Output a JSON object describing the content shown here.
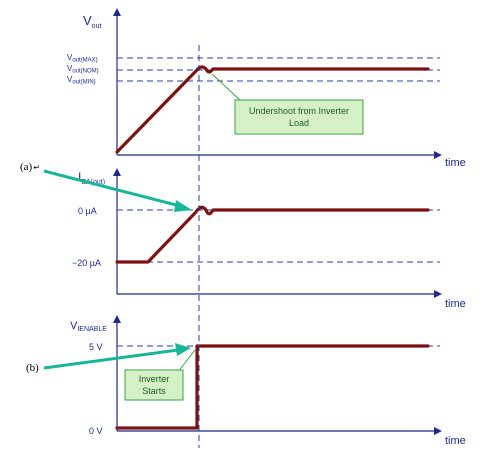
{
  "panel1": {
    "axis_label_main": "V",
    "axis_label_sub": "out",
    "levels": [
      {
        "main": "V",
        "sub": "out(MAX)"
      },
      {
        "main": "V",
        "sub": "out(NOM)"
      },
      {
        "main": "V",
        "sub": "out(MIN)"
      }
    ],
    "time_label": "time",
    "callout_line1": "Undershoot from Inverter",
    "callout_line2": "Load"
  },
  "panel2": {
    "axis_label_main": "I",
    "axis_label_sub": "EA(out)",
    "level_top": "0 µA",
    "level_bottom": "−20 µA",
    "time_label": "time",
    "marker": "(a)",
    "marker_suffix": "↵"
  },
  "panel3": {
    "axis_label_main": "V",
    "axis_label_sub": "IENABLE",
    "level_top": "5 V",
    "level_bottom": "0 V",
    "time_label": "time",
    "marker": "(b)",
    "callout_line1": "Inverter",
    "callout_line2": "Starts"
  },
  "colors": {
    "axis": "#1f2a8a",
    "waveform": "#7a1212",
    "arrow": "#19b597",
    "callout_fill": "#d6f0c6"
  }
}
